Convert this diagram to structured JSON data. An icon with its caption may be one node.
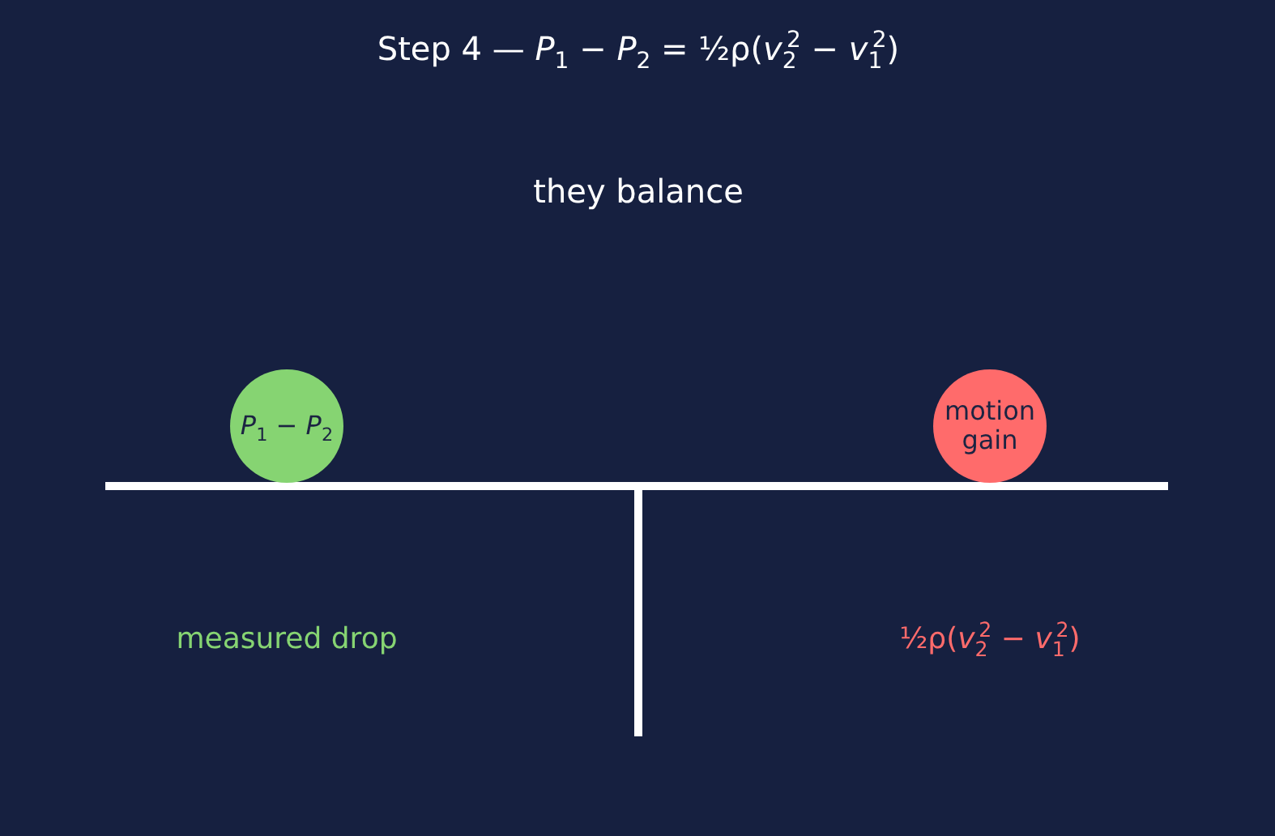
{
  "diagram": {
    "title": "Step 4 — *P*$_{1}$ − *P*$_{2}$ = ½ρ(*v*$_{2}$$^{2}$ − *v*$_{1}$$^{2}$)",
    "nodes": [
      {
        "text": [
          "*P*$_{1}$ − *P*$_{2}$"
        ]
      },
      {
        "text": [
          "motion gain"
        ]
      }
    ],
    "labels": [
      "they balance",
      "measured drop",
      "½ρ(*v*$_{2}$$^{2}$ − *v*$_{1}$$^{2}$)"
    ]
  }
}
